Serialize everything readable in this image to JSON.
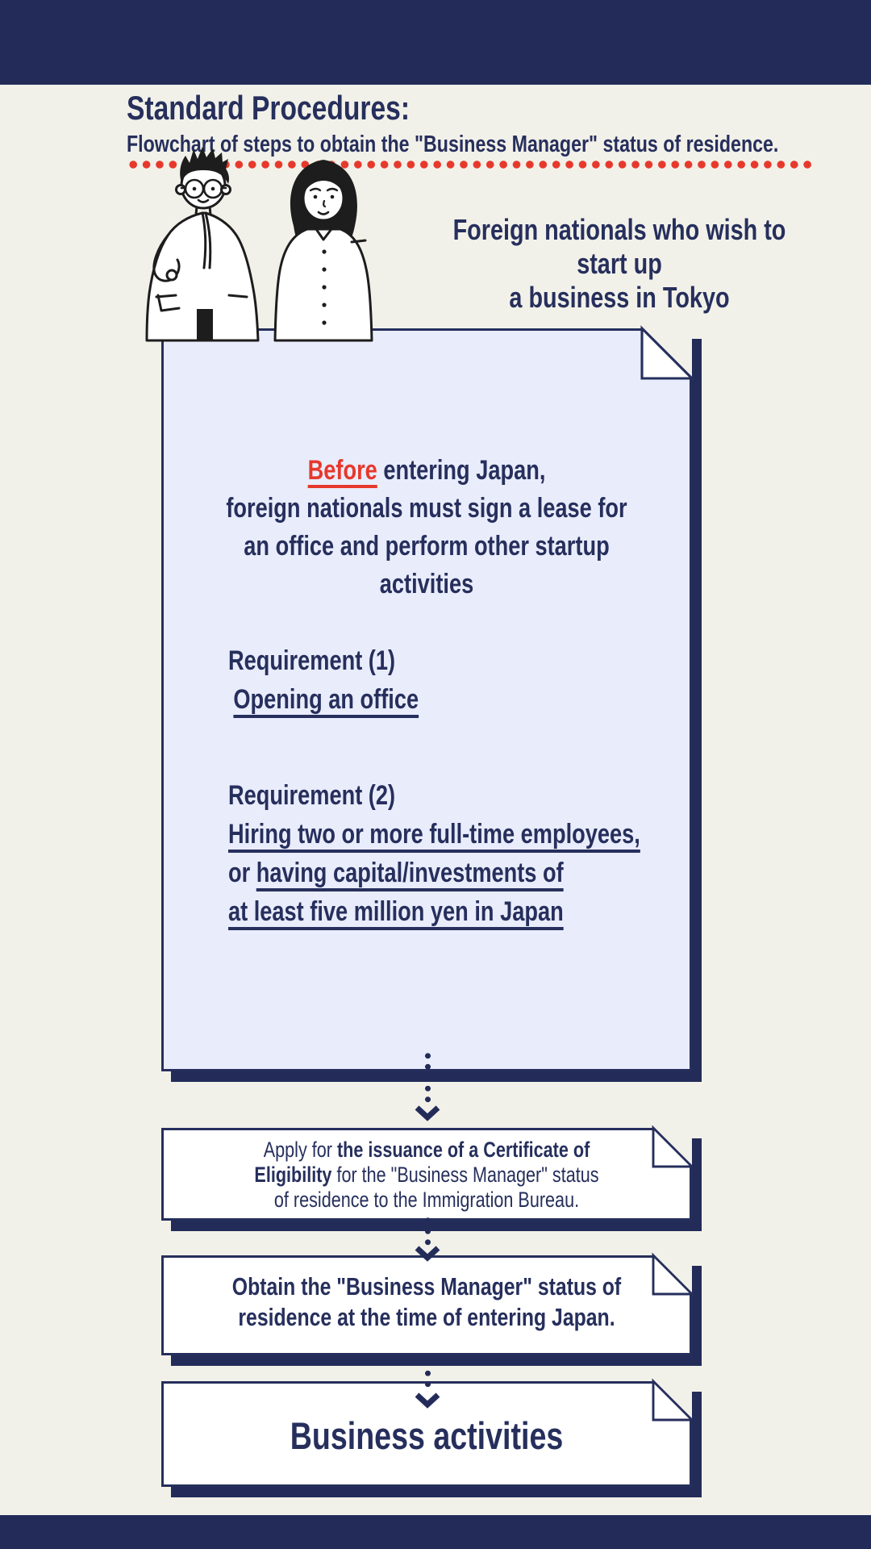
{
  "colors": {
    "navy": "#232c59",
    "text_navy": "#262f5c",
    "red": "#e6392c",
    "background_cream": "#f2f1e9",
    "box_lavender": "#e9ecfb",
    "box_white": "#ffffff"
  },
  "header": {
    "title": "Standard Procedures:",
    "subtitle": "Flowchart of steps to obtain the \"Business Manager\" status of residence."
  },
  "intro": {
    "line1": "Foreign nationals who wish to start up",
    "line2": "a business in Tokyo",
    "illustration": "two-people-illustration"
  },
  "pre_entry_box": {
    "para": {
      "lead": "Before",
      "line1_rest": " entering Japan,",
      "line2": "foreign  nationals must sign a lease for",
      "line3": "an office and perform other startup activities"
    },
    "requirement1": {
      "title": "Requirement (1)",
      "detail": "Opening an office"
    },
    "requirement2": {
      "title": "Requirement (2)",
      "detail_line1": "Hiring two or more full-time employees,",
      "detail_line2_prefix": "or ",
      "detail_line2_underline": "having capital/investments of",
      "detail_line3": "at least five million yen in Japan"
    }
  },
  "steps": [
    {
      "line1_normal": "Apply for ",
      "line1_bold": "the issuance of a Certificate of",
      "line2_bold": "Eligibility",
      "line2_normal": " for the \"Business Manager\" status",
      "line3": "of residence to the Immigration Bureau."
    },
    {
      "line1": "Obtain the \"Business Manager\" status of",
      "line2": "residence at the time of entering Japan."
    },
    {
      "label": "Business activities"
    }
  ],
  "icons": {
    "folded_corner": "folded-page-corner",
    "dotted_arrow": "dotted-arrow-down"
  }
}
